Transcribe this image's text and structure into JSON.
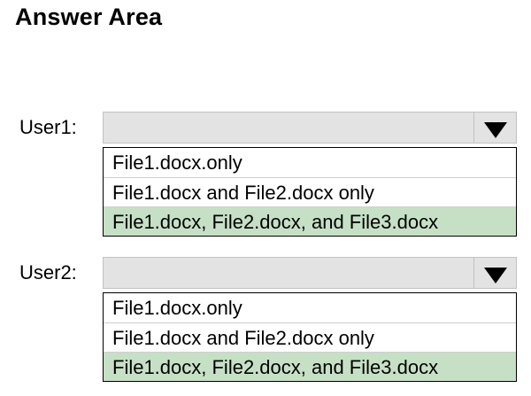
{
  "title": "Answer Area",
  "rows": [
    {
      "label": "User1:",
      "options": [
        "File1.docx.only",
        "File1.docx and File2.docx only",
        "File1.docx, File2.docx, and File3.docx"
      ],
      "selected_option": "File1.docx, File2.docx, and File3.docx"
    },
    {
      "label": "User2:",
      "options": [
        "File1.docx.only",
        "File1.docx and File2.docx only",
        "File1.docx, File2.docx, and File3.docx"
      ],
      "selected_option": "File1.docx, File2.docx, and File3.docx"
    }
  ],
  "colors": {
    "selected_highlight": "#c6e0c6",
    "dropdown_background": "#e3e3e3"
  },
  "icons": {
    "dropdown_arrow": "triangle-down-icon"
  }
}
